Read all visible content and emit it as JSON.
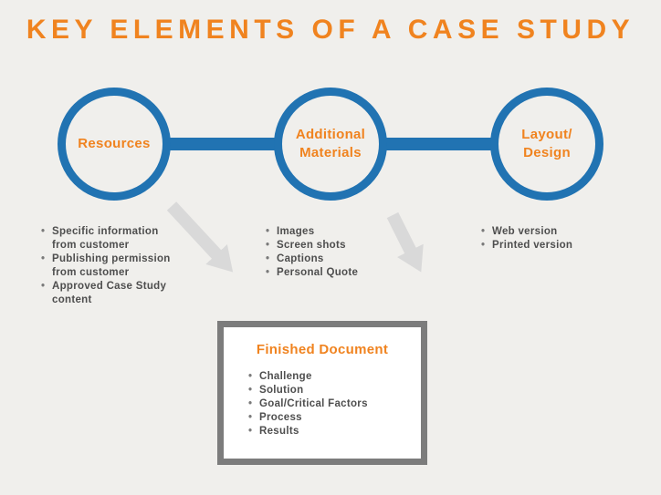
{
  "title": "KEY ELEMENTS OF A CASE STUDY",
  "colors": {
    "accent_orange": "#F0831F",
    "node_blue": "#2173B2",
    "arrow_gray": "#D9D9D9",
    "body_text": "#4E4E4E",
    "box_border": "#7C7C7C",
    "background": "#F0EFEC"
  },
  "nodes": [
    {
      "label": "Resources",
      "bullets": [
        "Specific information from customer",
        "Publishing permission from customer",
        "Approved Case Study content"
      ]
    },
    {
      "label": "Additional\nMaterials",
      "bullets": [
        "Images",
        "Screen shots",
        "Captions",
        "Personal Quote"
      ]
    },
    {
      "label": "Layout/\nDesign",
      "bullets": [
        "Web version",
        "Printed version"
      ]
    }
  ],
  "finished": {
    "title": "Finished Document",
    "bullets": [
      "Challenge",
      "Solution",
      "Goal/Critical Factors",
      "Process",
      "Results"
    ]
  }
}
